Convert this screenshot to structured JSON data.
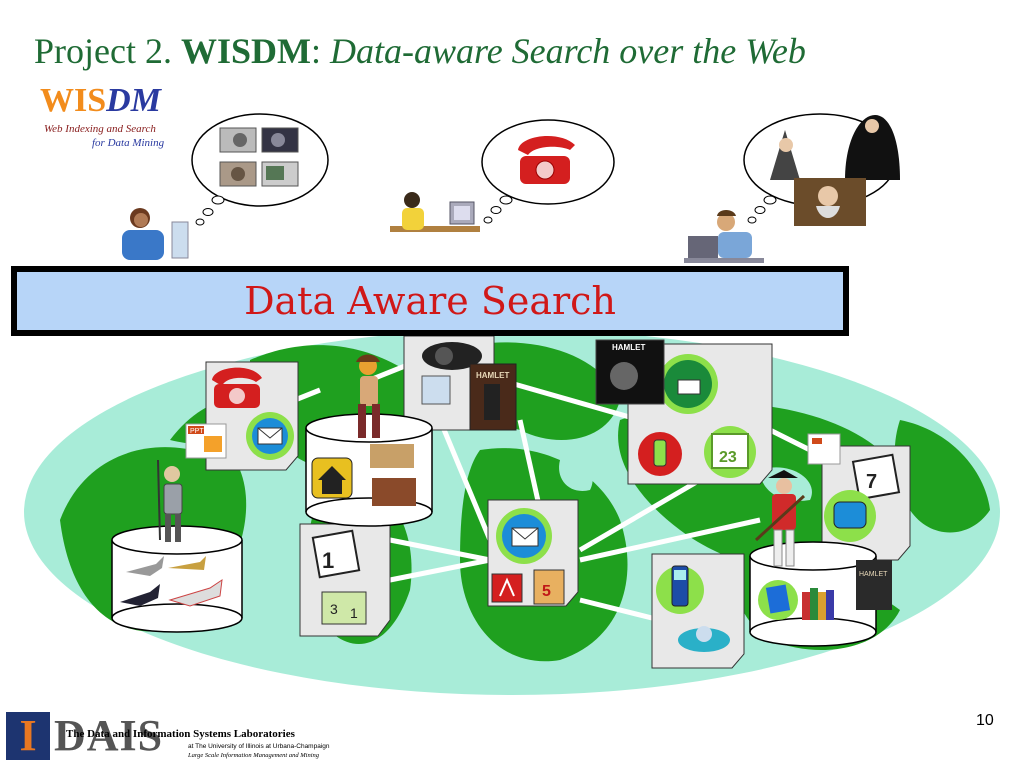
{
  "title": {
    "prefix": "Project 2. ",
    "bold": "WISDM",
    "colon": ": ",
    "italic": "Data-aware Search over the Web"
  },
  "logo": {
    "wis": "WIS",
    "dm": "DM",
    "line1": "Web Indexing and Search",
    "line2": "for Data Mining"
  },
  "banner": {
    "text": "Data Aware Search"
  },
  "page_number": "10",
  "hamlet_poster": "HAMLET",
  "hamlet_book": "HAMLET",
  "hamlet_small": "HAMLET",
  "ppt_label": "PPT",
  "footer": {
    "i_mark": "I",
    "dais": "DAIS",
    "line1": "The Data and Information Systems Laboratories",
    "line2": "at The University of Illinois at Urbana-Champaign",
    "line3": "Large Scale Information Management and Mining"
  },
  "colors": {
    "title_green": "#1f6b35",
    "banner_fill": "#b7d5f8",
    "banner_text": "#d01818",
    "ocean": "#a8ecd8",
    "land": "#1fa01f"
  }
}
